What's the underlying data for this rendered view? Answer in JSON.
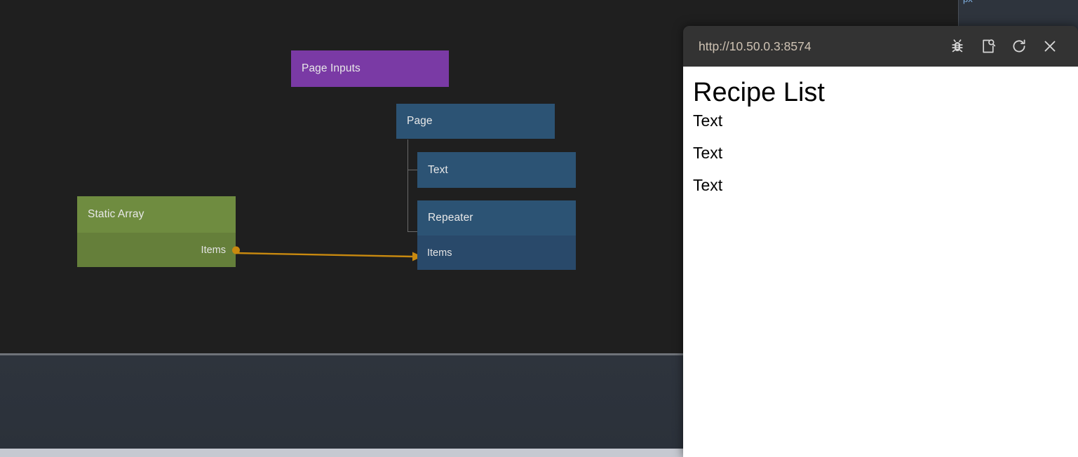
{
  "editor": {
    "canvas": {
      "background_color": "#1f1f1f",
      "nodes": [
        {
          "id": "page-inputs",
          "title": "Page Inputs",
          "color": "#7a3aa5",
          "ports": []
        },
        {
          "id": "page",
          "title": "Page",
          "color": "#2c5374",
          "ports": []
        },
        {
          "id": "text",
          "title": "Text",
          "color": "#2c5374",
          "ports": []
        },
        {
          "id": "repeater",
          "title": "Repeater",
          "color": "#2c5374",
          "ports": [
            {
              "name": "Items",
              "direction": "in"
            }
          ]
        },
        {
          "id": "static-array",
          "title": "Static Array",
          "color": "#6f8c40",
          "ports": [
            {
              "name": "Items",
              "direction": "out"
            }
          ]
        }
      ],
      "connection": {
        "from_node": "static-array",
        "from_port": "Items",
        "to_node": "repeater",
        "to_port": "Items",
        "color": "#c8890f"
      }
    },
    "right_panel": {
      "cut_off_label": "px"
    }
  },
  "preview": {
    "url": "http://10.50.0.3:8574",
    "toolbar": {
      "debug_label": "bug-icon",
      "inspect_label": "page-inspect-icon",
      "reload_label": "reload-icon",
      "close_label": "close-icon"
    },
    "page": {
      "heading": "Recipe List",
      "items": [
        "Text",
        "Text",
        "Text"
      ]
    }
  }
}
